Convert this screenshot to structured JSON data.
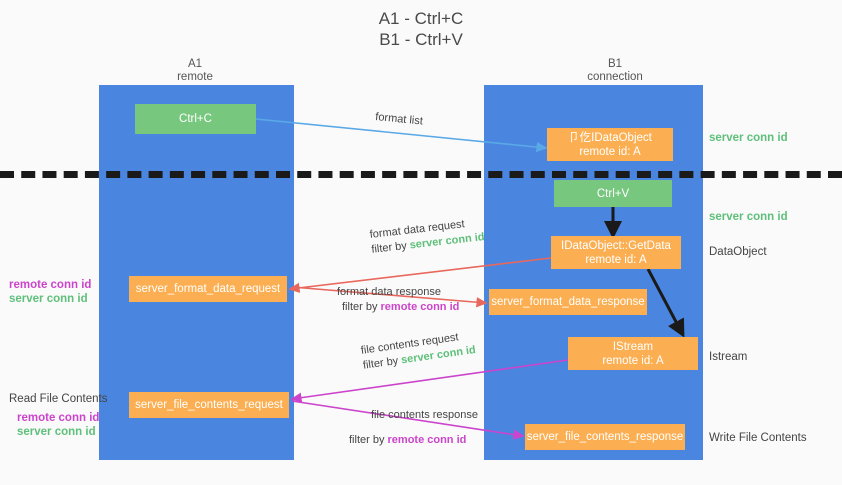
{
  "title": {
    "line1": "A1 - Ctrl+C",
    "line2": "B1 - Ctrl+V"
  },
  "colors": {
    "lane": "#4a86e0",
    "green_box": "#77c77f",
    "orange_box": "#fbaf52",
    "server_conn_id": "#5ec07a",
    "remote_conn_id": "#cc44cc",
    "arrow_blue": "#5aa9e6",
    "arrow_red": "#e8685d",
    "arrow_magenta": "#cc44cc",
    "arrow_black": "#1a1a1a",
    "background": "#fafafa"
  },
  "lanes": [
    {
      "name": "A1",
      "title": "A1",
      "subtitle": "remote"
    },
    {
      "name": "B1",
      "title": "B1",
      "subtitle": "connection"
    }
  ],
  "boxes": {
    "ctrl_c": {
      "label": "Ctrl+C",
      "style": "green"
    },
    "idataobject": {
      "line1": "卩仡IDataObject",
      "line2": "remote id: A",
      "style": "orange"
    },
    "ctrl_v": {
      "label": "Ctrl+V",
      "style": "green"
    },
    "getdata": {
      "line1": "IDataObject::GetData",
      "line2": "remote id: A",
      "style": "orange"
    },
    "server_format_data_request": {
      "label": "server_format_data_request",
      "style": "orange"
    },
    "server_format_data_response": {
      "label": "server_format_data_response",
      "style": "orange"
    },
    "istream": {
      "line1": "IStream",
      "line2": "remote id: A",
      "style": "orange"
    },
    "server_file_contents_request": {
      "label": "server_file_contents_request",
      "style": "orange"
    },
    "server_file_contents_response": {
      "label": "server_file_contents_response",
      "style": "orange"
    }
  },
  "right_labels": {
    "server_conn_id_1": "server conn id",
    "server_conn_id_2": "server conn id",
    "dataobject": "DataObject",
    "istream": "Istream",
    "write_file_contents": "Write File Contents"
  },
  "left_labels": {
    "remote_conn_id_1": "remote conn id",
    "server_conn_id_1": "server conn id",
    "read_file_contents": "Read File Contents",
    "remote_conn_id_2": "remote conn id",
    "server_conn_id_2": "server conn id"
  },
  "edge_labels": {
    "format_list": "format list",
    "format_data_request": "format data request",
    "format_data_request_filter_prefix": "filter by ",
    "format_data_request_filter_value": "server conn id",
    "format_data_response": "format data response",
    "format_data_response_filter_prefix": "filter by ",
    "format_data_response_filter_value": "remote conn id",
    "file_contents_request": "file contents request",
    "file_contents_request_filter_prefix": "filter by ",
    "file_contents_request_filter_value": "server conn id",
    "file_contents_response": "file contents response",
    "file_contents_response_filter_prefix": "filter by ",
    "file_contents_response_filter_value": "remote conn id"
  }
}
